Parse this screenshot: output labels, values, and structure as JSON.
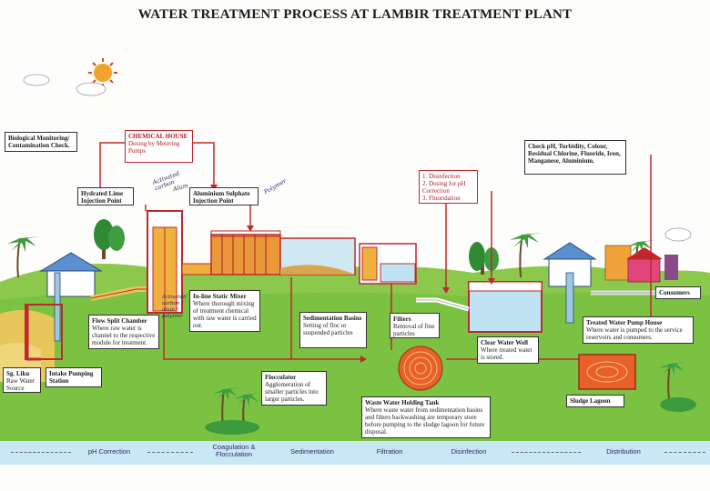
{
  "title": "WATER TREATMENT PROCESS AT LAMBIR TREATMENT PLANT",
  "labels": {
    "bio": {
      "h": "Biological Monitoring/ Contamination Check."
    },
    "chem_house": {
      "h": "CHEMICAL HOUSE",
      "b": "Dosing by Metering Pumps"
    },
    "lime": {
      "h": "Hydrated Lime Injection Point"
    },
    "alum": {
      "h": "Aluminium Sulphate Injection Point"
    },
    "disinf": {
      "l1": "1. Disinfection",
      "l2": "2. Dosing for pH Correction",
      "l3": "3. Fluoridation"
    },
    "check": {
      "b": "Check pH, Turbidity, Colour, Residual Chlorine, Fluoride, Iron, Manganese, Aluminium."
    },
    "flow_split": {
      "h": "Flow Split Chamber",
      "b": "Where raw water is channel to the respective module for treatment."
    },
    "mixer": {
      "h": "In-line Static Mixer",
      "b": "Where thorough mixing of treatment chemical with raw water is carried out."
    },
    "sed": {
      "h": "Sedimentation Basins",
      "b": "Setting of floc or suspended particles"
    },
    "filters": {
      "h": "Filters",
      "b": "Removal of fine particles"
    },
    "clear_well": {
      "h": "Clear Water Well",
      "b": "Where treated water is stored."
    },
    "pump_house": {
      "h": "Treated Water Pump House",
      "b": "Where water is pumped to the service reservoirs and consumers."
    },
    "consumers": {
      "h": "Consumers"
    },
    "sg_liku": {
      "h": "Sg. Liku",
      "b": "Raw Water Source"
    },
    "intake": {
      "h": "Intake Pumping Station"
    },
    "floc": {
      "h": "Flocculator",
      "b": "Agglomeration of smaller particles into larger particles."
    },
    "waste": {
      "h": "Waste Water Holding Tank",
      "b": "Where waste water from sedimentation basins and filters backwashing are temporary store before pumping to the sludge lagoon for future disposal."
    },
    "sludge": {
      "h": "Sludge Lagoon"
    }
  },
  "handwritten": {
    "polymer": "Polymer",
    "activated": "Activated carbon",
    "alum": "Alum",
    "bottom": "Activated carbon / alum / polymer"
  },
  "stages": {
    "ph": "pH Correction",
    "coag": "Coagulation & Flocculation",
    "sed": "Sedimentation",
    "filt": "Filtration",
    "disinf": "Disinfection",
    "dist": "Distribution"
  },
  "colors": {
    "pipe": "#c0282d",
    "tank": "#e07a2a",
    "grass": "#7cc242",
    "sky": "#fdfdfb",
    "water": "#bfe3f2",
    "stage_bar": "#c9e8f5"
  }
}
